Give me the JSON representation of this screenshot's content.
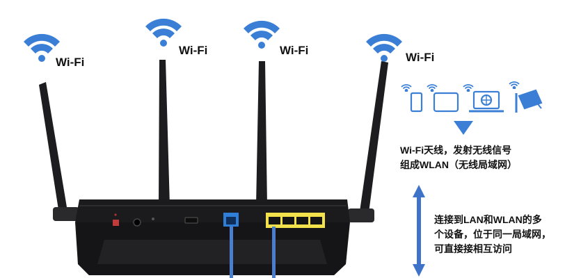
{
  "antennas": [
    {
      "label": "Wi-Fi"
    },
    {
      "label": "Wi-Fi"
    },
    {
      "label": "Wi-Fi"
    },
    {
      "label": "Wi-Fi"
    }
  ],
  "router": {
    "color": "#1b1b1d",
    "wan_port_color": "#2f7ed8",
    "lan_port_color": "#f2e14a",
    "lan_port_count": 4,
    "cable_color": "#4a7fcf"
  },
  "devices": {
    "icons": [
      "phone-icon",
      "tablet-icon",
      "laptop-icon",
      "camera-icon"
    ],
    "color": "#3a7fd5"
  },
  "wifi_note": {
    "line1": "Wi-Fi天线，发射无线信号",
    "line2": "组成WLAN（无线局域网）"
  },
  "lan_note": {
    "line1": "连接到LAN和WLAN的多",
    "line2": "个设备，位于同一局域网，",
    "line3": "可直接接相互访问"
  },
  "arrow_color": "#3f73c9"
}
